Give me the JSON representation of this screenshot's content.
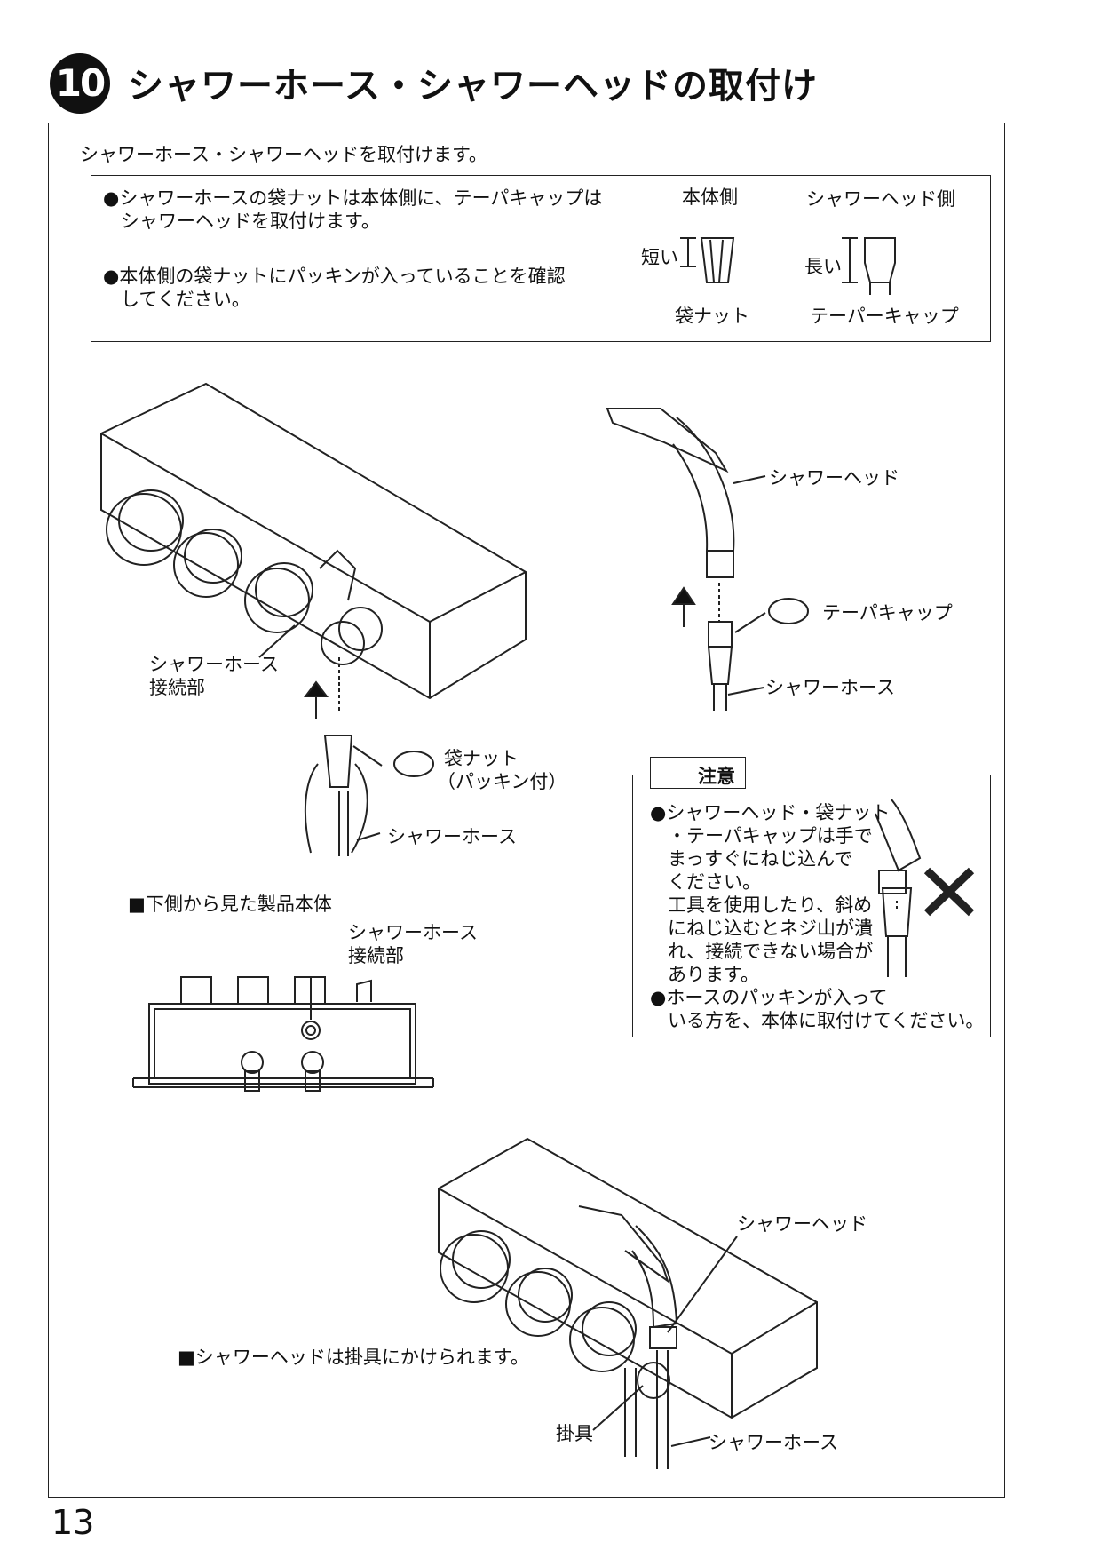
{
  "step": {
    "number": "10",
    "title": "シャワーホース・シャワーヘッドの取付け"
  },
  "intro": "シャワーホース・シャワーヘッドを取付けます。",
  "notes": {
    "n1_line1": "●シャワーホースの袋ナットは本体側に、テーパキャップは",
    "n1_line2": "シャワーヘッドを取付けます。",
    "n2_line1": "●本体側の袋ナットにパッキンが入っていることを確認",
    "n2_line2": "してください。"
  },
  "compare": {
    "body_side": "本体側",
    "head_side": "シャワーヘッド側",
    "short": "短い",
    "long": "長い",
    "bag_nut": "袋ナット",
    "taper_cap": "テーパーキャップ"
  },
  "fig_main": {
    "hose_connection_l1": "シャワーホース",
    "hose_connection_l2": "接続部",
    "bag_nut_l1": "袋ナット",
    "bag_nut_l2": "（パッキン付）",
    "shower_hose": "シャワーホース"
  },
  "fig_head": {
    "shower_head": "シャワーヘッド",
    "taper_cap": "テーパキャップ",
    "shower_hose": "シャワーホース"
  },
  "caution": {
    "heading": "注意",
    "lines": [
      "●シャワーヘッド・袋ナット",
      "・テーパキャップは手で",
      "まっすぐにねじ込んで",
      "ください。",
      "工具を使用したり、斜め",
      "にねじ込むとネジ山が潰",
      "れ、接続できない場合が",
      "あります。",
      "●ホースのパッキンが入って",
      "いる方を、本体に取付けてください。"
    ]
  },
  "fig_bottom": {
    "heading": "■下側から見た製品本体",
    "hose_connection_l1": "シャワーホース",
    "hose_connection_l2": "接続部"
  },
  "fig_hook": {
    "note": "■シャワーヘッドは掛具にかけられます。",
    "shower_head": "シャワーヘッド",
    "hook": "掛具",
    "shower_hose": "シャワーホース"
  },
  "page_number": "13"
}
